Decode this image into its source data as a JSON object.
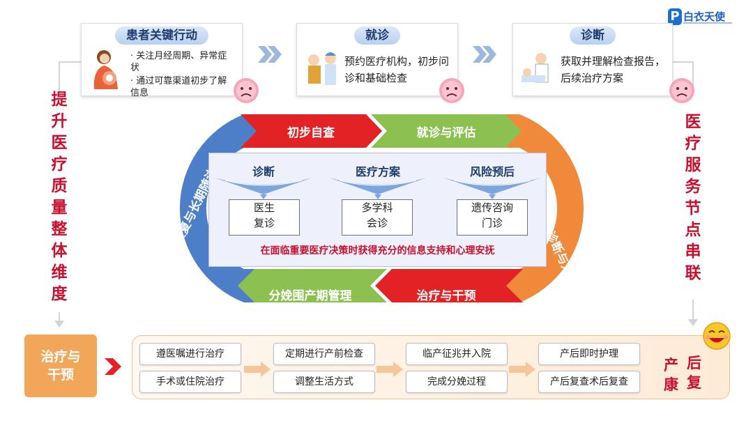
{
  "brand": {
    "logo_letter": "P",
    "name": "白衣天使"
  },
  "top_cards": [
    {
      "title": "患者关键行动",
      "items": [
        "· 关注月经周期、异常症状",
        "· 通过可靠渠道初步了解信息"
      ]
    },
    {
      "title": "就诊",
      "text": "预约医疗机构，初步问诊和基础检查"
    },
    {
      "title": "诊断",
      "text": "获取并理解检查报告，后续治疗方案"
    }
  ],
  "left_side": "提升医疗质量整体维度",
  "right_side": "医疗服务节点串联",
  "cycle": {
    "top_left": "初步自查",
    "top_right": "就诊与评估",
    "right_arc": "诊断与方案制定",
    "bottom_right": "治疗与干预",
    "bottom_left": "分娩围产期管理",
    "left_arc": "产后康复与长期随访"
  },
  "inner": {
    "columns": [
      {
        "title": "诊断",
        "box": [
          "医生",
          "复诊"
        ]
      },
      {
        "title": "医疗方案",
        "box": [
          "多学科",
          "会诊"
        ]
      },
      {
        "title": "风险预后",
        "box": [
          "遗传咨询",
          "门诊"
        ]
      }
    ],
    "note": "在面临重要医疗决策时获得充分的信息支持和心理安抚"
  },
  "bottom": {
    "treatment_label": "治疗与干预",
    "steps": [
      [
        "遵医嘱进行治疗",
        "手术或住院治疗"
      ],
      [
        "定期进行产前检查",
        "调整生活方式"
      ],
      [
        "临产征兆并入院",
        "完成分娩过程"
      ],
      [
        "产后即时护理",
        "产后复查术后复查"
      ]
    ],
    "postpartum_chars": [
      "产",
      "后",
      "康",
      "复"
    ]
  },
  "colors": {
    "red": "#e32225",
    "green": "#8cc152",
    "orange": "#f0893a",
    "blue": "#4c7fc8",
    "accent_text": "#c8102e"
  }
}
